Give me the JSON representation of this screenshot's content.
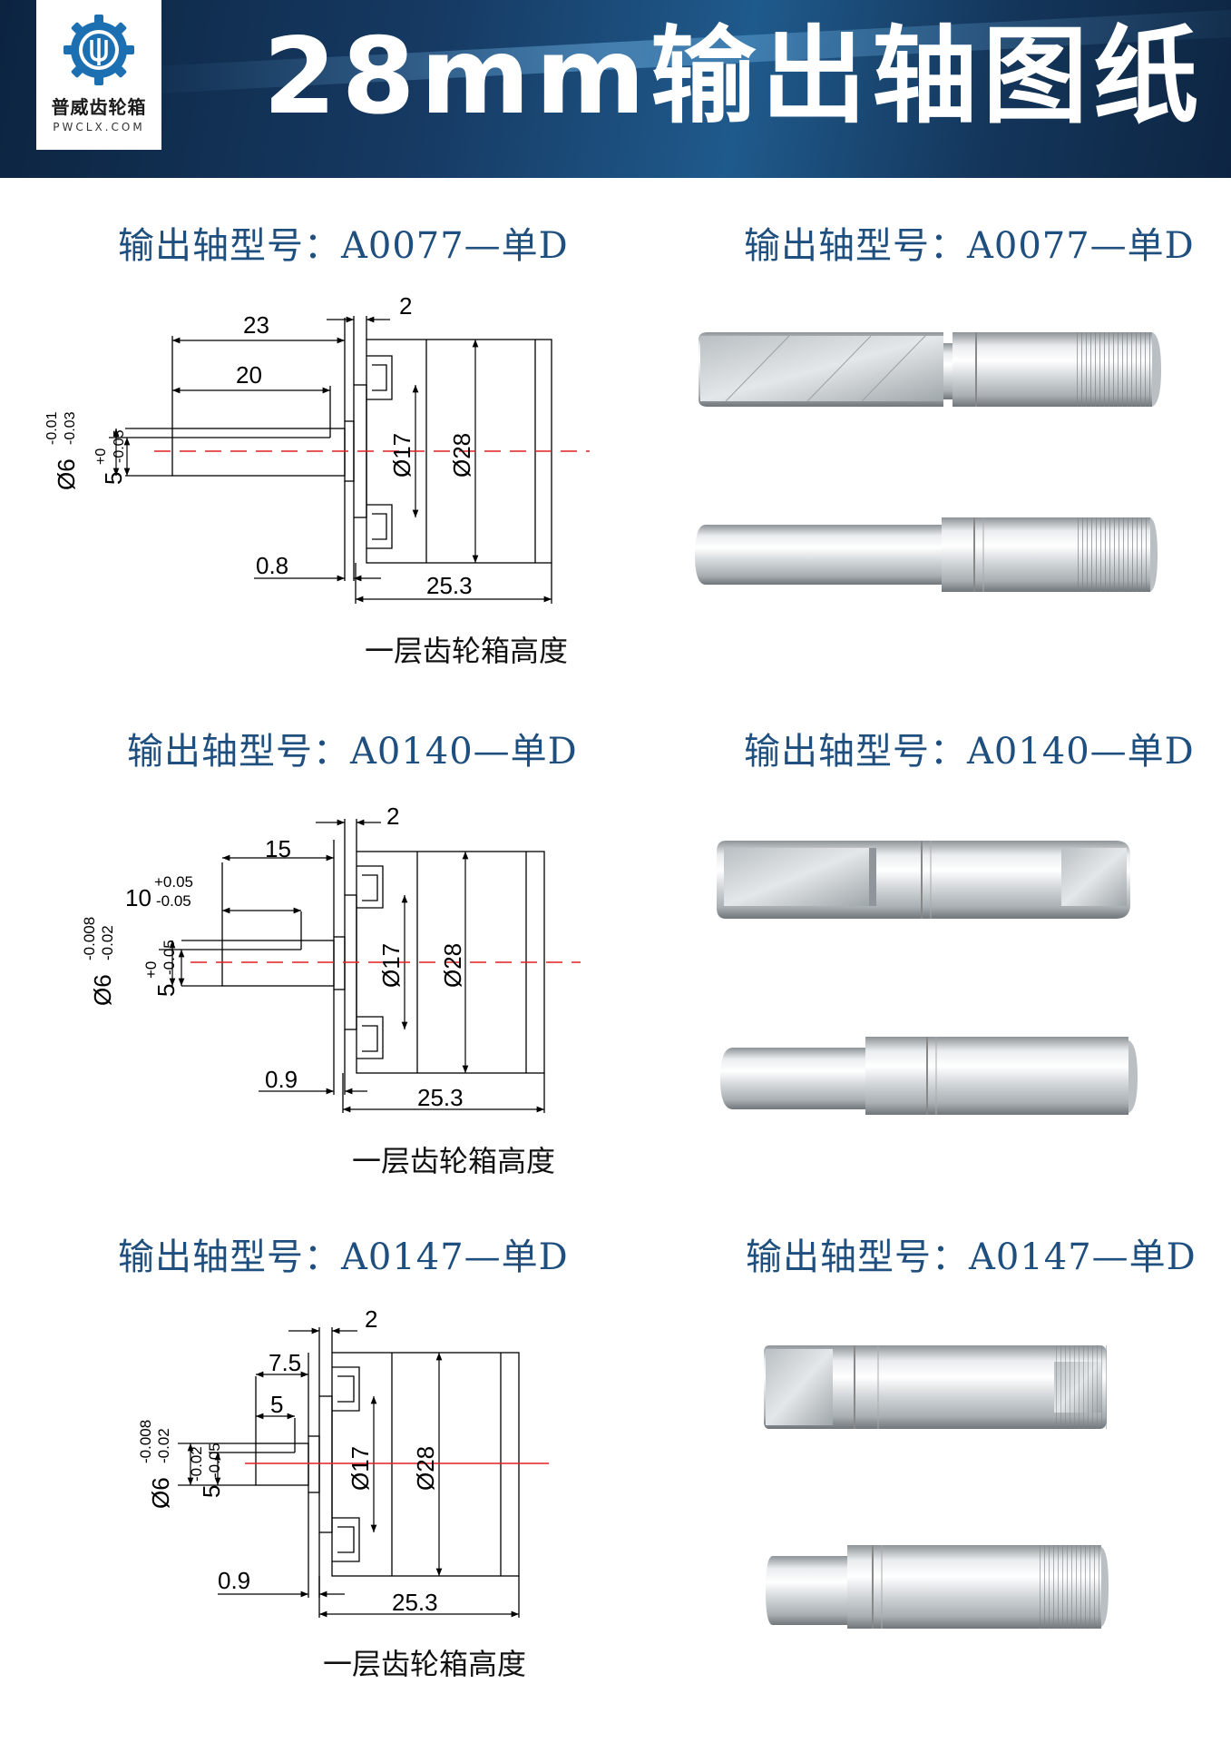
{
  "header": {
    "title": "28mm输出轴图纸",
    "logo_name": "普威齿轮箱",
    "logo_url": "PWCLX.COM"
  },
  "colors": {
    "header_bg": "#163a63",
    "title_blue": "#1f4f7e",
    "center_line": "#e02020"
  },
  "sections": [
    {
      "title_left": "输出轴型号：A0077—单D",
      "title_right": "输出轴型号：A0077—单D",
      "caption": "一层齿轮箱高度",
      "dims": {
        "d_top": "2",
        "d_len1": "23",
        "d_len2": "20",
        "d_shaft": "Ø6",
        "d_shaft_tol_up": "-0.01",
        "d_shaft_tol_lo": "-0.03",
        "d_flat": "5",
        "d_flat_tol_up": "+0",
        "d_flat_tol_lo": "-0.05",
        "d_hub": "Ø17",
        "d_body": "Ø28",
        "d_gap": "0.8",
        "d_height": "25.3"
      }
    },
    {
      "title_left": "输出轴型号：A0140—单D",
      "title_right": "输出轴型号：A0140—单D",
      "caption": "一层齿轮箱高度",
      "dims": {
        "d_top": "2",
        "d_len1": "15",
        "d_len2": "10",
        "d_len2_tol_up": "+0.05",
        "d_len2_tol_lo": "-0.05",
        "d_shaft": "Ø6",
        "d_shaft_tol_up": "-0.008",
        "d_shaft_tol_lo": "-0.02",
        "d_flat": "5",
        "d_flat_tol_up": "+0",
        "d_flat_tol_lo": "-0.05",
        "d_hub": "Ø17",
        "d_body": "Ø28",
        "d_gap": "0.9",
        "d_height": "25.3"
      }
    },
    {
      "title_left": "输出轴型号：A0147—单D",
      "title_right": "输出轴型号：A0147—单D",
      "caption": "一层齿轮箱高度",
      "dims": {
        "d_top": "2",
        "d_len1": "7.5",
        "d_len2": "5",
        "d_shaft": "Ø6",
        "d_shaft_tol_up": "-0.008",
        "d_shaft_tol_lo": "-0.02",
        "d_flat": "5",
        "d_flat_tol_up": "-0.02",
        "d_flat_tol_lo": "-0.05",
        "d_hub": "Ø17",
        "d_body": "Ø28",
        "d_gap": "0.9",
        "d_height": "25.3"
      }
    }
  ]
}
